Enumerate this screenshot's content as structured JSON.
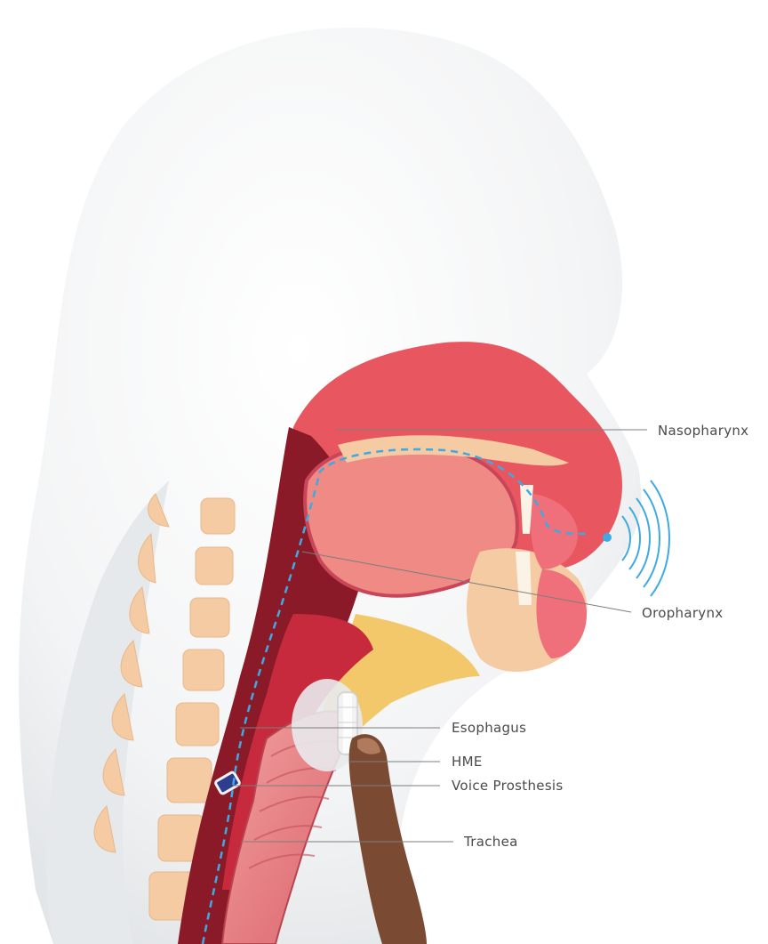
{
  "diagram": {
    "labels": {
      "nasopharynx": "Nasopharynx",
      "oropharynx": "Oropharynx",
      "esophagus": "Esophagus",
      "hme": "HME",
      "voice_prosthesis": "Voice Prosthesis",
      "trachea": "Trachea"
    },
    "colors": {
      "head_silhouette": "#eceeef",
      "tissue_red": "#e8565f",
      "tissue_dark": "#8b1a28",
      "tissue_pink": "#ef8a84",
      "bone": "#f5cba4",
      "fat_yellow": "#f3c86a",
      "airflow_blue": "#3fa9e4",
      "sound_waves": "#3fa9e4",
      "device_white": "#f2f2f2",
      "finger": "#7a4a33"
    },
    "icons": {
      "sound": "sound-waves-icon"
    }
  }
}
